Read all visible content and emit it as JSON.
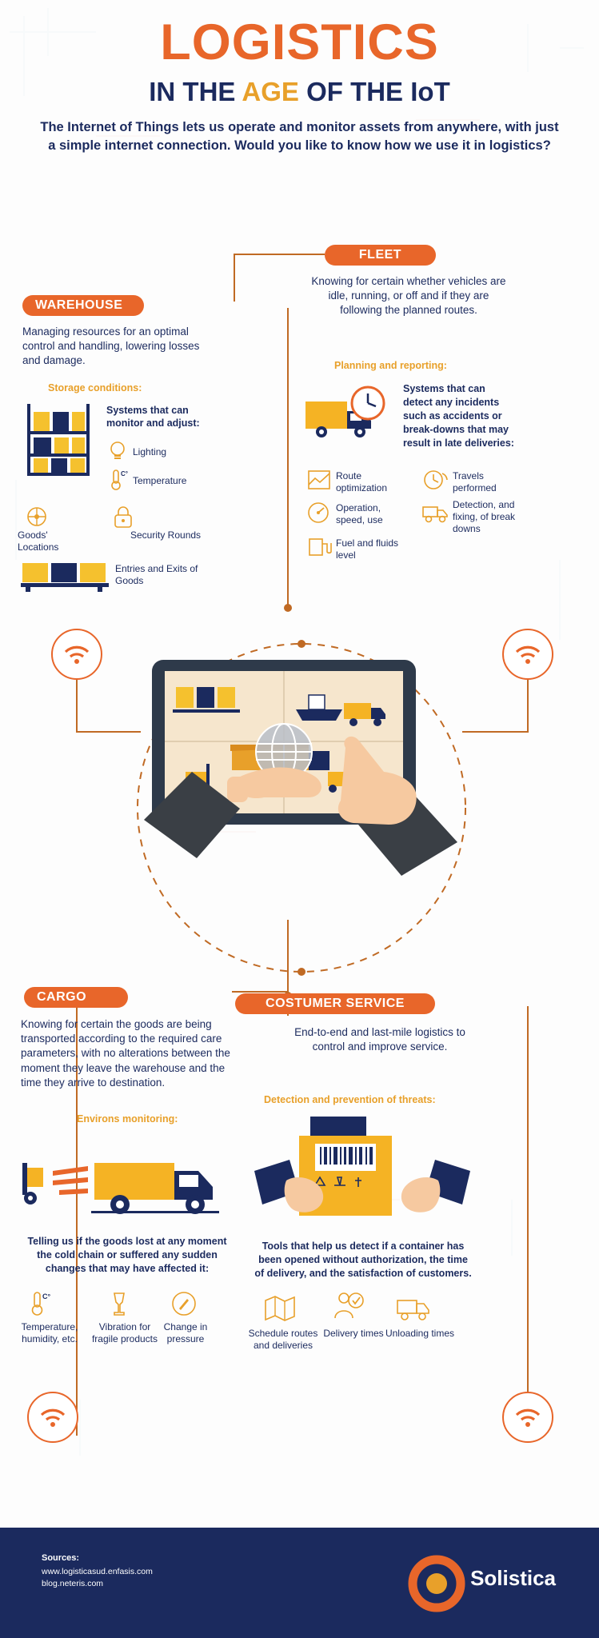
{
  "header": {
    "title_line1": "LOGISTICS",
    "title_line2_a": "IN THE",
    "title_line2_b": "AGE",
    "title_line2_c": "OF THE",
    "title_line2_d": "IoT",
    "subtitle": "The Internet of Things lets us operate and monitor assets from anywhere, with just a simple internet connection. Would you like to know how we use it in logistics?"
  },
  "warehouse": {
    "pill": "WAREHOUSE",
    "body": "Managing resources for an optimal control and handling, lowering losses and damage.",
    "storage_heading": "Storage conditions:",
    "systems_heading": "Systems that can monitor and adjust:",
    "items": [
      {
        "label": "Lighting",
        "icon": "lightbulb-icon"
      },
      {
        "label": "Temperature",
        "icon": "thermometer-icon"
      },
      {
        "label": "Goods' Locations",
        "icon": "target-icon"
      },
      {
        "label": "Security Rounds",
        "icon": "padlock-icon"
      },
      {
        "label": "Entries and Exits of Goods",
        "icon": "pallet-icon"
      }
    ]
  },
  "fleet": {
    "pill": "FLEET",
    "body": "Knowing for certain whether vehicles are idle, running, or off and if they are following the planned routes.",
    "planning_heading": "Planning and reporting:",
    "incidents_text": "Systems that can detect any incidents such as accidents or break-downs that may result in late deliveries:",
    "items": [
      {
        "label": "Route optimization",
        "icon": "map-route-icon"
      },
      {
        "label": "Travels performed",
        "icon": "clock-route-icon"
      },
      {
        "label": "Operation, speed, use",
        "icon": "speedometer-icon"
      },
      {
        "label": "Detection, and fixing, of break downs",
        "icon": "truck-repair-icon"
      },
      {
        "label": "Fuel and fluids level",
        "icon": "fuel-pump-icon"
      }
    ]
  },
  "cargo": {
    "pill": "CARGO",
    "body": "Knowing for certain the goods are being transported according to the required care parameters, with no alterations between the moment they leave the warehouse and the time they arrive to destination.",
    "environs_heading": "Environs monitoring:",
    "note": "Telling us if the goods lost at any moment the cold chain or suffered any sudden changes that may have affected it:",
    "items": [
      {
        "label": "Temperature, humidity, etc.",
        "icon": "thermometer-icon"
      },
      {
        "label": "Vibration for fragile products",
        "icon": "fragile-glass-icon"
      },
      {
        "label": "Change in pressure",
        "icon": "pressure-gauge-icon"
      }
    ]
  },
  "customer": {
    "pill": "COSTUMER SERVICE",
    "body": "End-to-end and last-mile logistics to control and improve service.",
    "threats_heading": "Detection and prevention of threats:",
    "note": "Tools that help us detect if a container has been opened without authorization, the time of delivery, and the satisfaction of customers.",
    "items": [
      {
        "label": "Schedule routes and deliveries",
        "icon": "map-folded-icon"
      },
      {
        "label": "Delivery times",
        "icon": "person-check-icon"
      },
      {
        "label": "Unloading times",
        "icon": "truck-clock-icon"
      }
    ]
  },
  "center": {
    "device": "tablet-device",
    "scene": "logistics-dashboard-globe",
    "wifi_icon": "wifi-icon"
  },
  "footer": {
    "sources_label": "Sources:",
    "source_1": "www.logisticasud.enfasis.com",
    "source_2": "blog.neteris.com",
    "brand": "Solistica"
  },
  "colors": {
    "orange": "#e8662a",
    "yellow": "#e8a02a",
    "navy": "#1b2a5e",
    "brown": "#c06a24"
  }
}
